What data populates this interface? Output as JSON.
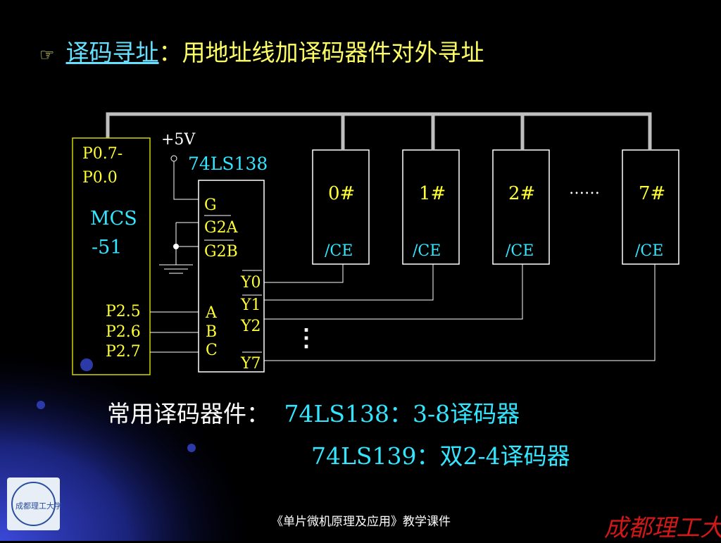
{
  "slide": {
    "bullet_icon": "pointing-hand-icon",
    "title_keyword": "译码寻址",
    "title_rest": "：用地址线加译码器件对外寻址"
  },
  "diagram": {
    "mcu_pins_top": "P0.7-",
    "mcu_pins_top2": "P0.0",
    "mcu_name_1": "MCS",
    "mcu_name_2": "-51",
    "mcu_p25": "P2.5",
    "mcu_p26": "P2.6",
    "mcu_p27": "P2.7",
    "vcc": "+5V",
    "decoder_name": "74LS138",
    "dec_g": "G",
    "dec_g2a": "G2A",
    "dec_g2b": "G2B",
    "dec_a": "A",
    "dec_b": "B",
    "dec_c": "C",
    "dec_y0": "Y0",
    "dec_y1": "Y1",
    "dec_y2": "Y2",
    "dec_y7": "Y7",
    "chip0": "0#",
    "chip1": "1#",
    "chip2": "2#",
    "chip7": "7#",
    "ce": "/CE",
    "ellipsis_h": "……",
    "ellipsis_v": "⋮"
  },
  "notes": {
    "line1_label": "常用译码器件：",
    "line1_value": "74LS138：3-8译码器",
    "line2_value": "74LS139：双2-4译码器"
  },
  "footer": {
    "text": "《单片微机原理及应用》教学课件",
    "logo_text": "成都理工大学",
    "brand": "成都理工大学"
  }
}
